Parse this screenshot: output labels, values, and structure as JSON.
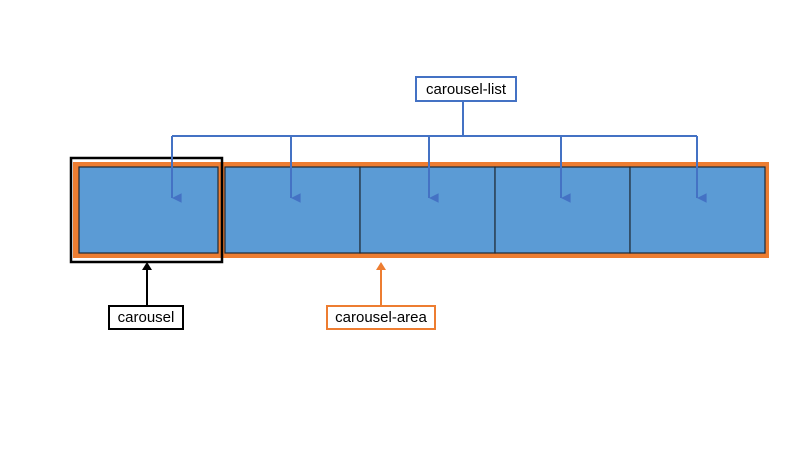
{
  "labels": {
    "carousel_list": "carousel-list",
    "carousel": "carousel",
    "carousel_area": "carousel-area"
  },
  "colors": {
    "item_fill": "#5B9BD5",
    "area_border": "#ED7D31",
    "list_connector": "#4472C4",
    "carousel_border": "#000000",
    "area_label_border": "#ED7D31"
  },
  "carousel_items": 5
}
